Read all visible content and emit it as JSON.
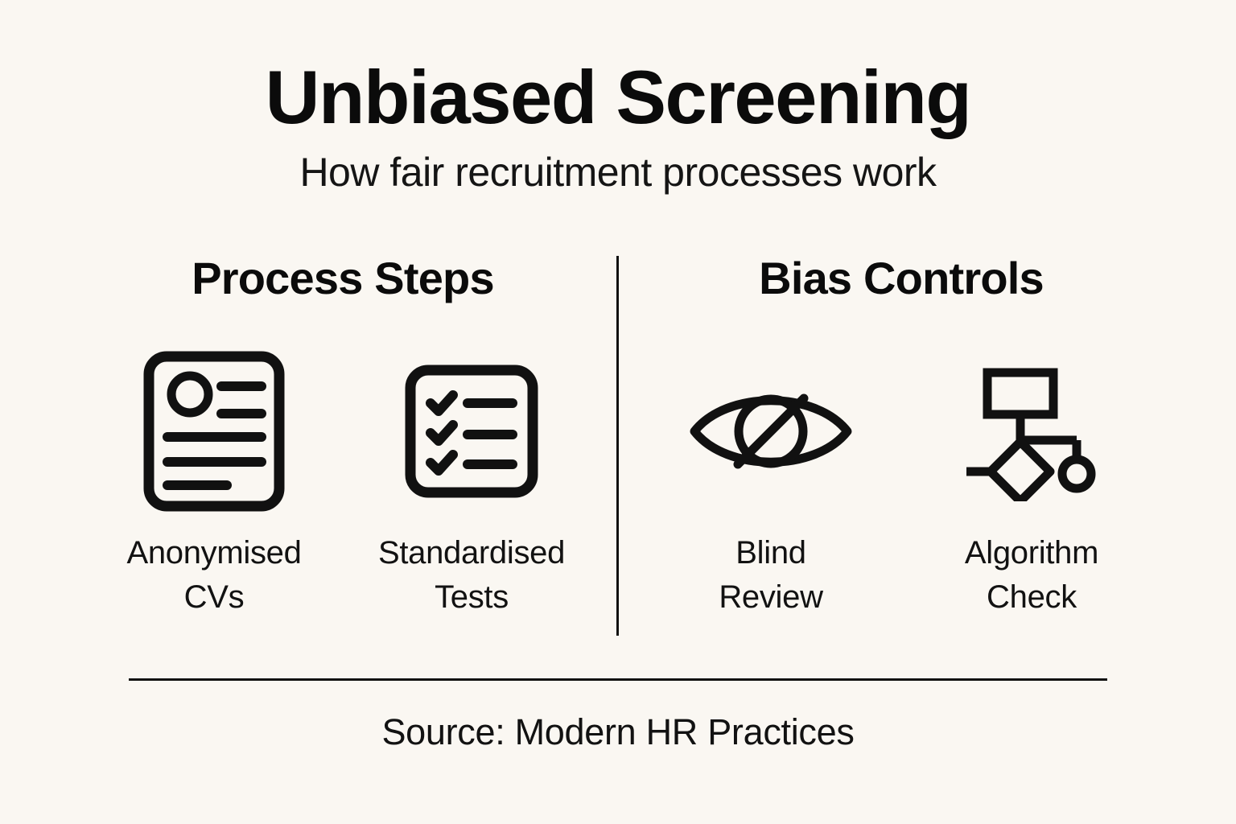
{
  "header": {
    "title": "Unbiased Screening",
    "subtitle": "How fair recruitment processes work"
  },
  "panels": [
    {
      "heading": "Process Steps",
      "items": [
        {
          "label": "Anonymised\nCVs",
          "icon": "document-person-icon"
        },
        {
          "label": "Standardised\nTests",
          "icon": "checklist-icon"
        }
      ]
    },
    {
      "heading": "Bias Controls",
      "items": [
        {
          "label": "Blind\nReview",
          "icon": "eye-slash-icon"
        },
        {
          "label": "Algorithm\nCheck",
          "icon": "flowchart-icon"
        }
      ]
    }
  ],
  "footer": {
    "source": "Source: Modern HR Practices"
  },
  "colors": {
    "background": "#faf7f2",
    "ink": "#111111",
    "title": "#0b0b0b"
  }
}
